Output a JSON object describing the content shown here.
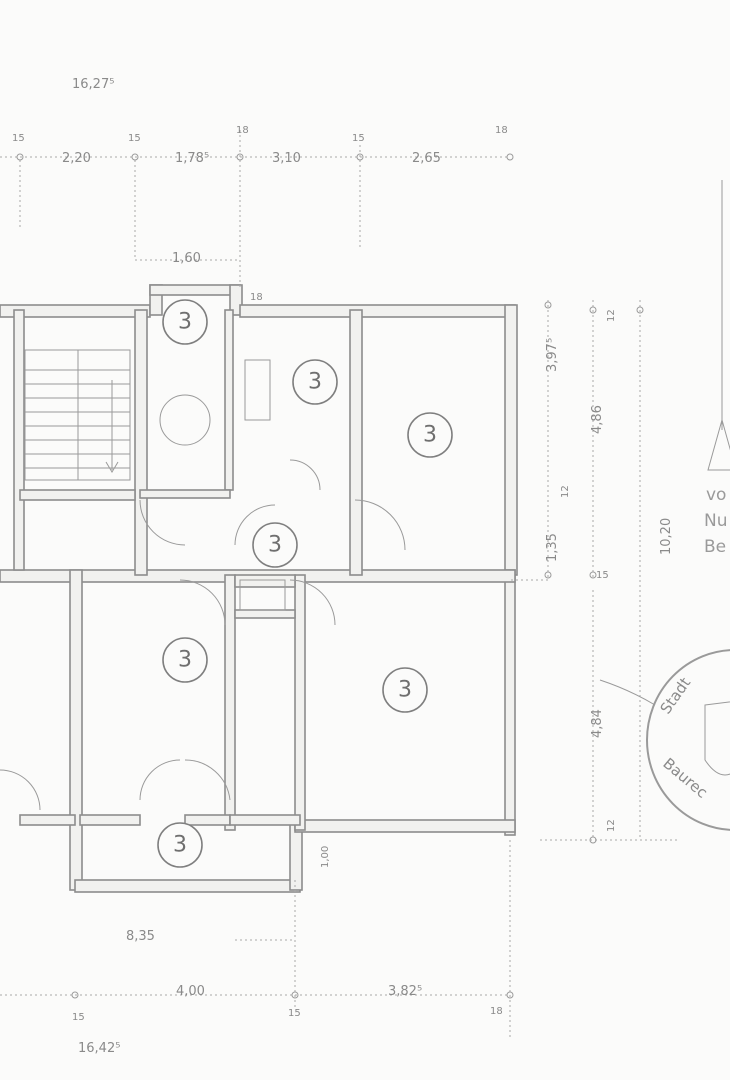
{
  "drawing": {
    "room_type_label": "3",
    "top_dimensions": {
      "overall": "16,27⁵",
      "segments": [
        "2,20",
        "1,78⁵",
        "3,10",
        "2,65"
      ],
      "wall_thicknesses": [
        "15",
        "15",
        "18",
        "15",
        "18"
      ],
      "notch": "1,60",
      "notch_depth": "18"
    },
    "right_dimensions": {
      "upper_outer": "3,97⁵",
      "lower_outer": "1,35",
      "upper_inner": "4,86",
      "lower_inner": "4,84",
      "overall": "10,20",
      "wall_a": "12",
      "wall_b": "15",
      "wall_c": "12",
      "wall_d": "12"
    },
    "bottom_dimensions": {
      "inner": "8,35",
      "segments": [
        "4,00",
        "3,82⁵"
      ],
      "wall_thicknesses": [
        "15",
        "15",
        "18"
      ],
      "overall": "16,42⁵",
      "step": "1,00"
    },
    "side_note_fragments": [
      "vo",
      "Nu",
      "Be"
    ],
    "stamp": {
      "top_text": "Stadt",
      "bottom_text": "Baurec"
    }
  }
}
